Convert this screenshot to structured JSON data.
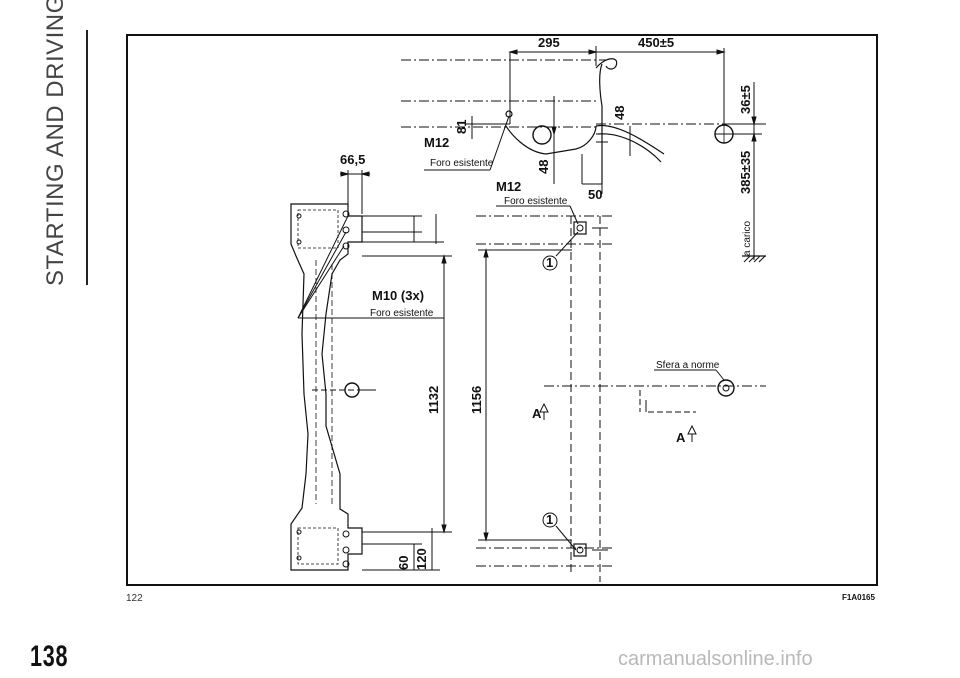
{
  "section_title": "STARTING AND DRIVING",
  "page_number": "138",
  "figure_number": "122",
  "figure_code": "F1A0165",
  "watermark": "carmanualsonline.info",
  "diagram": {
    "dimensions": {
      "d295": "295",
      "d450": "450±5",
      "d36": "36±5",
      "d385": "385±35",
      "d81": "81",
      "d48a": "48",
      "d48b": "48",
      "d50": "50",
      "d665": "66,5",
      "d1132": "1132",
      "d1156": "1156",
      "d60": "60",
      "d120": "120"
    },
    "labels": {
      "m12_side": "M12",
      "m12_top": "M12",
      "m10": "M10 (3x)",
      "foro1": "Foro esistente",
      "foro2": "Foro esistente",
      "foro3": "Foro esistente",
      "sfera": "Sfera a norme",
      "carico": "a carico",
      "section_a1": "A",
      "section_a2": "A",
      "callout_1a": "1",
      "callout_1b": "1"
    }
  }
}
